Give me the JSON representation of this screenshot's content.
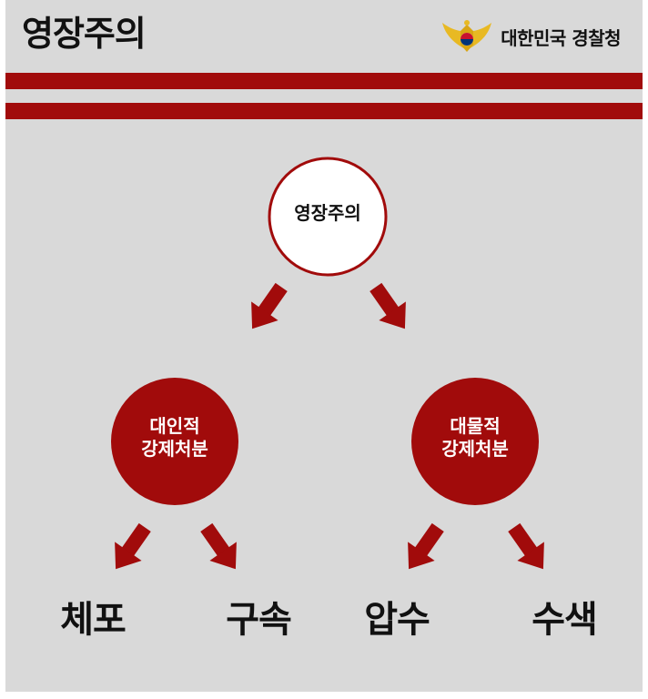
{
  "header": {
    "title": "영장주의",
    "org_name": "대한민국 경찰청"
  },
  "diagram": {
    "root": {
      "label": "영장주의"
    },
    "branches": [
      {
        "line1": "대인적",
        "line2": "강제처분",
        "leaves": [
          "체포",
          "구속"
        ]
      },
      {
        "line1": "대물적",
        "line2": "강제처분",
        "leaves": [
          "압수",
          "수색"
        ]
      }
    ]
  },
  "colors": {
    "accent": "#a10b0b",
    "background": "#d9d9d9",
    "text": "#111111"
  },
  "icons": {
    "emblem": "police-emblem-icon",
    "arrow": "arrow-down-diagonal-icon"
  }
}
